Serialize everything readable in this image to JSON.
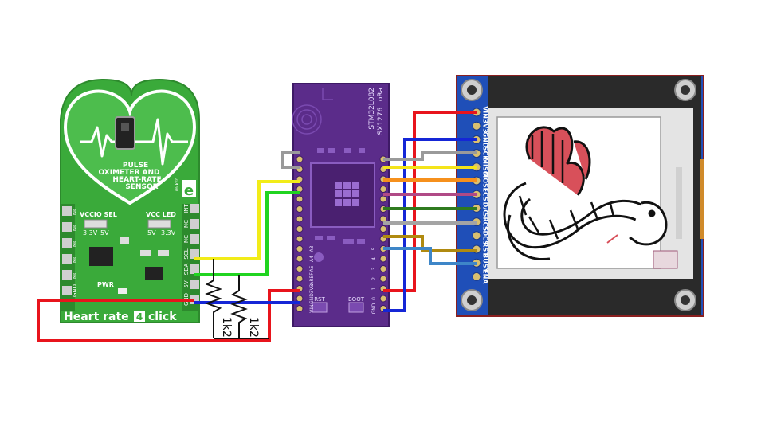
{
  "heart_board": {
    "title_line1": "PULSE",
    "title_line2": "OXIMETER AND",
    "title_line3": "HEART-RATE",
    "title_line4": "SENSOR",
    "vccio_label": "VCCIO SEL",
    "vccio_opt_a": "3.3V",
    "vccio_opt_b": "5V",
    "vccled_label": "VCC LED",
    "vccled_opt_a": "5V",
    "vccled_opt_b": "3.3V",
    "pwr_label": "PWR",
    "name_prefix": "Heart rate",
    "name_number": "4",
    "name_suffix": "click",
    "left_pins": [
      "NC",
      "NC",
      "NC",
      "NC",
      "NC",
      "GND"
    ],
    "right_pins": [
      "INT",
      "NC",
      "NC",
      "SCL",
      "SDA",
      "5V",
      "GND"
    ],
    "logo_letter": "e",
    "logo_text": "mikro"
  },
  "mcu_board": {
    "line1": "STM32L082",
    "line2": "SX1276 LoRa",
    "rst_label": "RST",
    "boot_label": "BOOT",
    "left_pins": [
      "",
      "",
      "",
      "",
      "",
      "",
      "",
      "",
      "",
      "A3",
      "A4",
      "A5",
      "AREF",
      "3V3",
      "GND",
      "VIN"
    ],
    "right_pins": [
      "",
      "",
      "",
      "",
      "",
      "",
      "",
      "",
      "",
      "5",
      "4",
      "3",
      "2",
      "1",
      "0",
      "GND"
    ]
  },
  "display_board": {
    "pins": [
      "VIN",
      "3V3",
      "GND",
      "SCK",
      "MISO",
      "MOSI",
      "ECS",
      "D/C",
      "SRCS",
      "SDCS",
      "RST",
      "BUSY",
      "ENA"
    ]
  },
  "resistors": [
    "1k2",
    "1k2"
  ],
  "wire_colors": {
    "power": "#e8141c",
    "ground": "#1526d6",
    "scl": "#f2ec18",
    "sda": "#20d420",
    "sck": "#9a9a9a",
    "miso": "#f4e41a",
    "mosi": "#f6901c",
    "ecs": "#b04a86",
    "dc": "#2f7a1f",
    "srcs": "#a4a4a4",
    "sdcs": "#b08a10",
    "busy": "#3e86c8"
  }
}
